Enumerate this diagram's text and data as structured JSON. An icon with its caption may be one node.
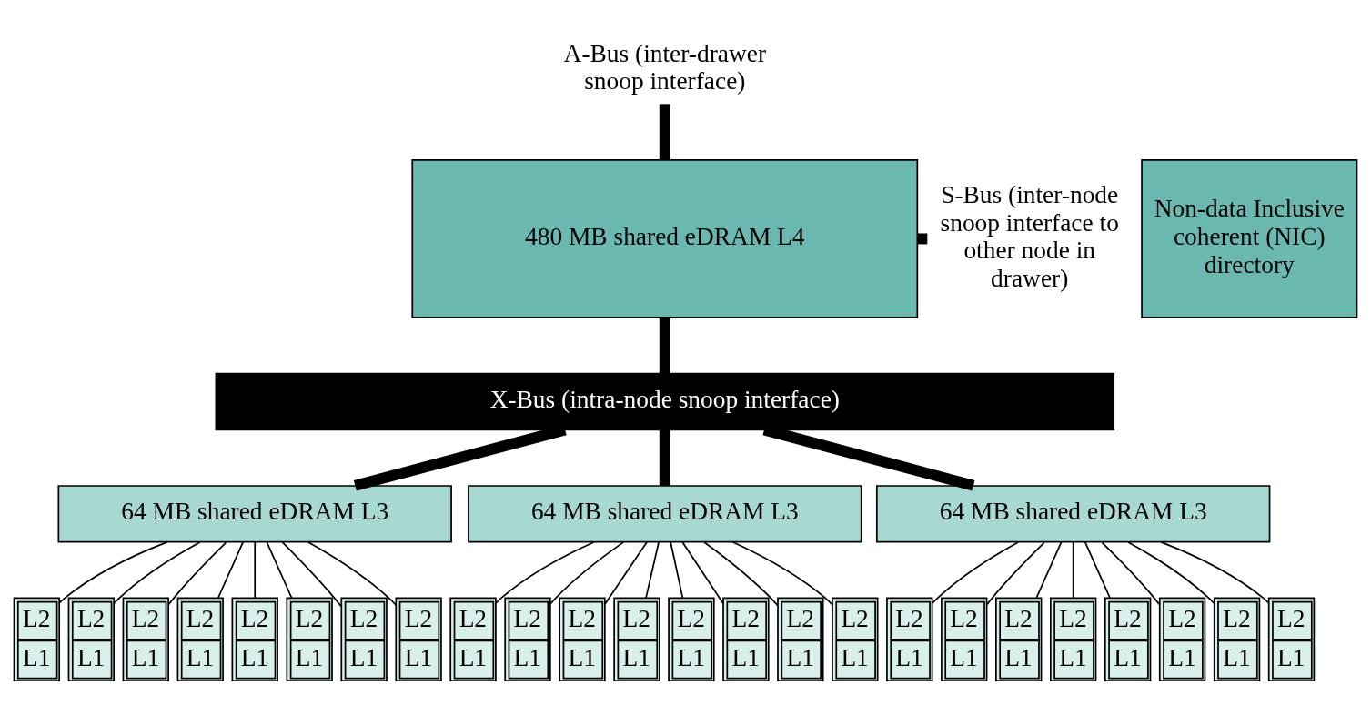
{
  "diagram": {
    "nodes": [
      {
        "text": [
          "A-Bus (inter-drawer snoop interface)"
        ]
      },
      {
        "text": [
          "Non-data Inclusive coherent (NIC) directory"
        ]
      },
      {
        "text": [
          "480 MB shared eDRAM L4"
        ]
      },
      {
        "text": [
          "S-Bus (inter-node snoop interface to other node in drawer)"
        ]
      },
      {
        "text": [
          "X-Bus (intra-node snoop interface)"
        ]
      },
      {
        "text": [
          "64 MB shared eDRAM L3"
        ]
      },
      {
        "text": [
          "64 MB shared eDRAM L3"
        ]
      },
      {
        "text": [
          "64 MB shared eDRAM L3"
        ]
      },
      {
        "text": [
          "L2",
          "L1"
        ]
      },
      {
        "text": [
          "L2",
          "L1"
        ]
      },
      {
        "text": [
          "L2",
          "L1"
        ]
      },
      {
        "text": [
          "L2",
          "L1"
        ]
      },
      {
        "text": [
          "L2",
          "L1"
        ]
      },
      {
        "text": [
          "L2",
          "L1"
        ]
      },
      {
        "text": [
          "L2",
          "L1"
        ]
      },
      {
        "text": [
          "L2",
          "L1"
        ]
      },
      {
        "text": [
          "L2",
          "L1"
        ]
      },
      {
        "text": [
          "L2",
          "L1"
        ]
      },
      {
        "text": [
          "L2",
          "L1"
        ]
      },
      {
        "text": [
          "L2",
          "L1"
        ]
      },
      {
        "text": [
          "L2",
          "L1"
        ]
      },
      {
        "text": [
          "L2",
          "L1"
        ]
      },
      {
        "text": [
          "L2",
          "L1"
        ]
      },
      {
        "text": [
          "L2",
          "L1"
        ]
      },
      {
        "text": [
          "L2",
          "L1"
        ]
      },
      {
        "text": [
          "L2",
          "L1"
        ]
      },
      {
        "text": [
          "L2",
          "L1"
        ]
      },
      {
        "text": [
          "L2",
          "L1"
        ]
      },
      {
        "text": [
          "L2",
          "L1"
        ]
      },
      {
        "text": [
          "L2",
          "L1"
        ]
      },
      {
        "text": [
          "L2",
          "L1"
        ]
      },
      {
        "text": [
          "L2",
          "L1"
        ]
      }
    ],
    "edges": [
      {
        "from": 0,
        "to": 2,
        "arrow": "none",
        "style": "thick"
      },
      {
        "from": 2,
        "to": 3,
        "arrow": "none",
        "style": "thick"
      },
      {
        "from": 2,
        "to": 4,
        "arrow": "none",
        "style": "thick"
      },
      {
        "from": 4,
        "to": 5,
        "arrow": "none",
        "style": "thick"
      },
      {
        "from": 4,
        "to": 6,
        "arrow": "none",
        "style": "thick"
      },
      {
        "from": 4,
        "to": 7,
        "arrow": "none",
        "style": "thick"
      },
      {
        "from": 5,
        "to": 8,
        "arrow": "none"
      },
      {
        "from": 5,
        "to": 9,
        "arrow": "none"
      },
      {
        "from": 5,
        "to": 10,
        "arrow": "none"
      },
      {
        "from": 5,
        "to": 11,
        "arrow": "none"
      },
      {
        "from": 5,
        "to": 12,
        "arrow": "none"
      },
      {
        "from": 5,
        "to": 13,
        "arrow": "none"
      },
      {
        "from": 5,
        "to": 14,
        "arrow": "none"
      },
      {
        "from": 5,
        "to": 15,
        "arrow": "none"
      },
      {
        "from": 6,
        "to": 16,
        "arrow": "none"
      },
      {
        "from": 6,
        "to": 17,
        "arrow": "none"
      },
      {
        "from": 6,
        "to": 18,
        "arrow": "none"
      },
      {
        "from": 6,
        "to": 19,
        "arrow": "none"
      },
      {
        "from": 6,
        "to": 20,
        "arrow": "none"
      },
      {
        "from": 6,
        "to": 21,
        "arrow": "none"
      },
      {
        "from": 6,
        "to": 22,
        "arrow": "none"
      },
      {
        "from": 6,
        "to": 23,
        "arrow": "none"
      },
      {
        "from": 7,
        "to": 24,
        "arrow": "none"
      },
      {
        "from": 7,
        "to": 25,
        "arrow": "none"
      },
      {
        "from": 7,
        "to": 26,
        "arrow": "none"
      },
      {
        "from": 7,
        "to": 27,
        "arrow": "none"
      },
      {
        "from": 7,
        "to": 28,
        "arrow": "none"
      },
      {
        "from": 7,
        "to": 29,
        "arrow": "none"
      },
      {
        "from": 7,
        "to": 30,
        "arrow": "none"
      },
      {
        "from": 7,
        "to": 31,
        "arrow": "none"
      }
    ]
  }
}
